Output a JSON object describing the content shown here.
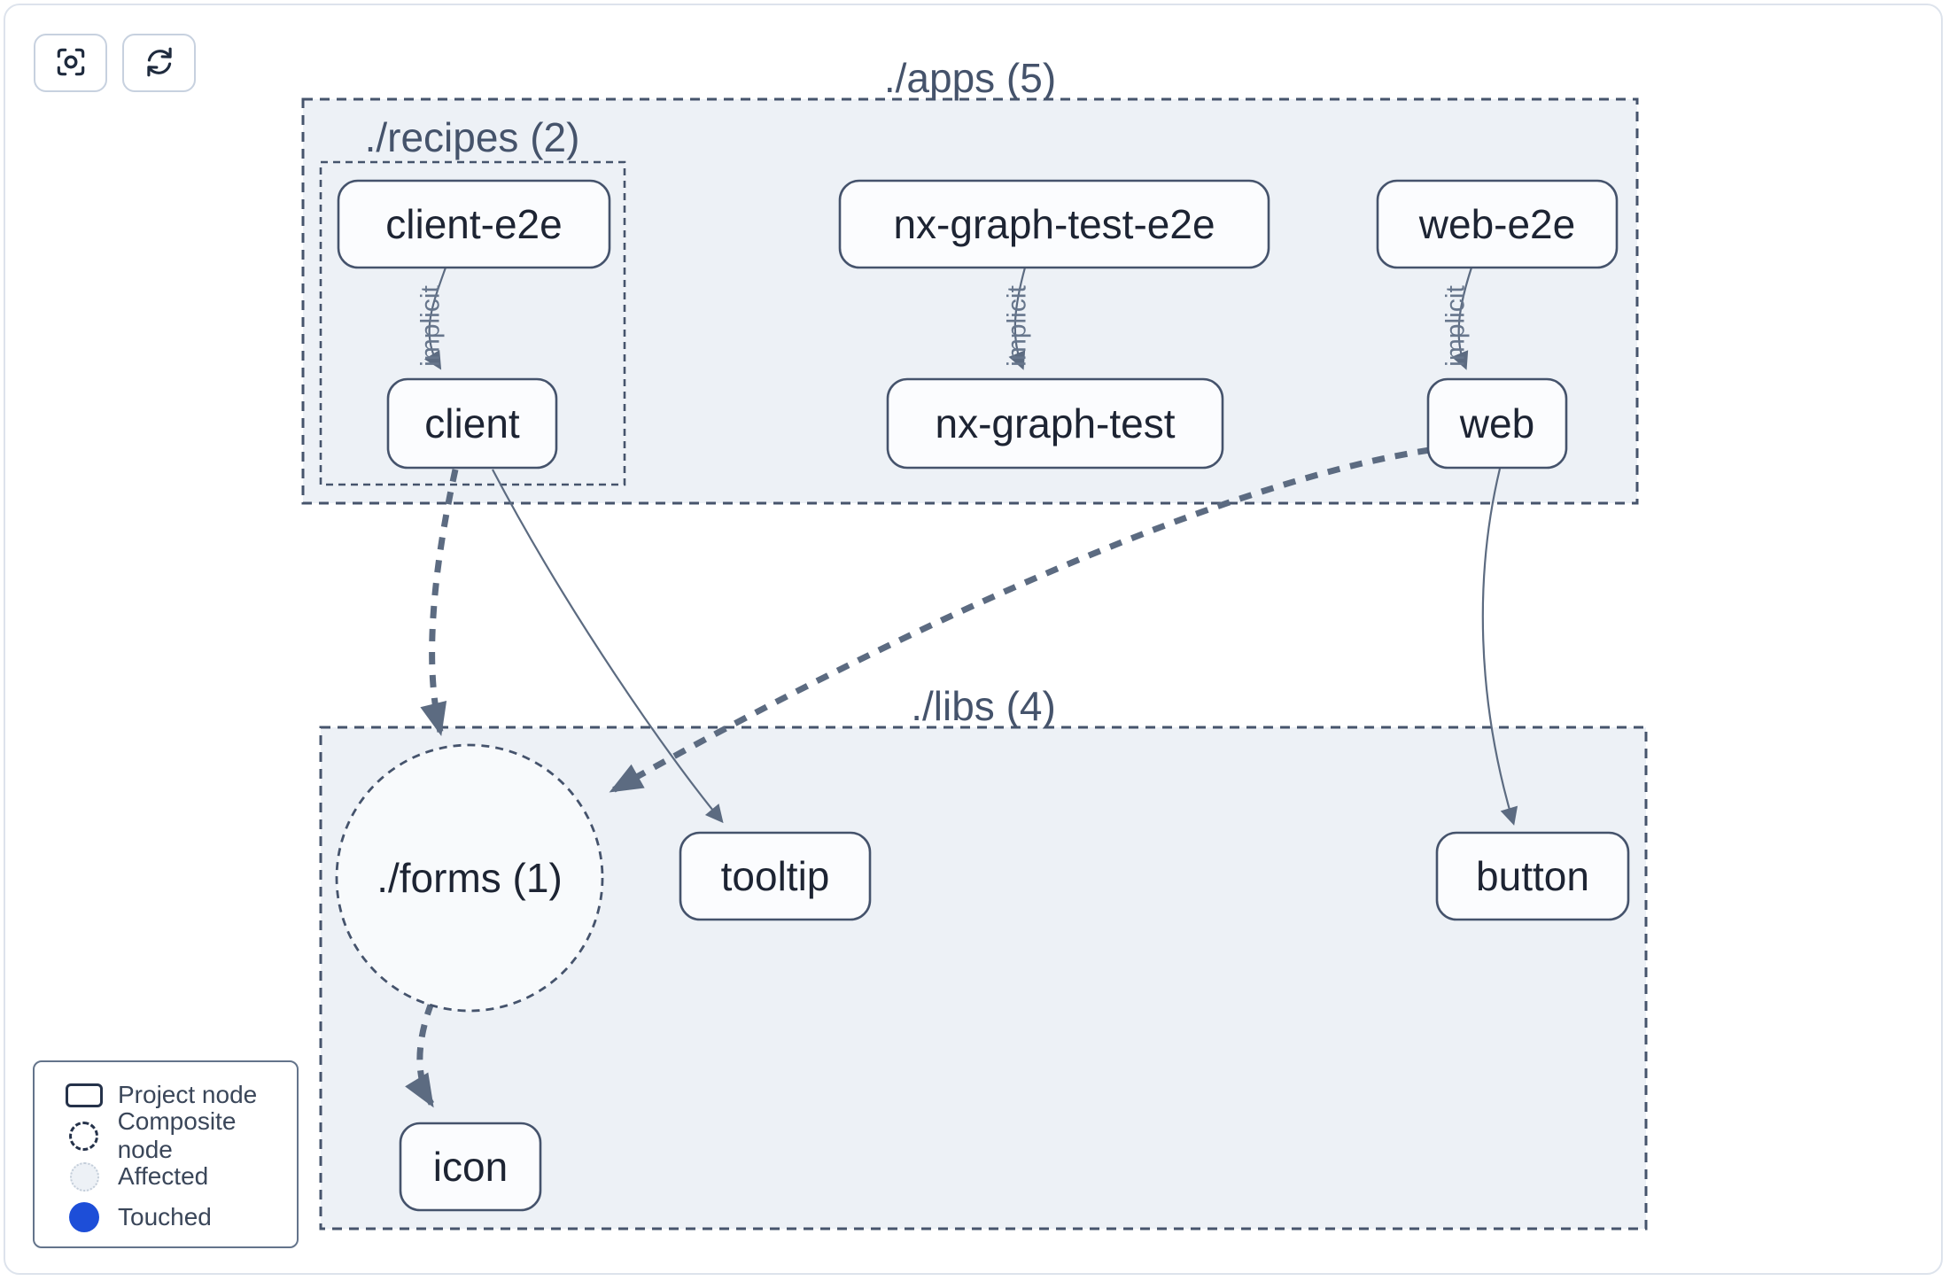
{
  "toolbar": {
    "buttons": [
      {
        "name": "zoom-to-fit",
        "icon": "focus-crosshair-icon"
      },
      {
        "name": "refresh",
        "icon": "refresh-arrows-icon"
      }
    ]
  },
  "graph": {
    "groups": [
      {
        "id": "apps",
        "label": "./apps (5)"
      },
      {
        "id": "recipes",
        "label": "./recipes (2)"
      },
      {
        "id": "libs",
        "label": "./libs (4)"
      }
    ],
    "composite_nodes": [
      {
        "id": "forms",
        "label": "./forms (1)"
      }
    ],
    "nodes": [
      {
        "id": "client-e2e",
        "label": "client-e2e"
      },
      {
        "id": "nx-graph-test-e2e",
        "label": "nx-graph-test-e2e"
      },
      {
        "id": "web-e2e",
        "label": "web-e2e"
      },
      {
        "id": "client",
        "label": "client"
      },
      {
        "id": "nx-graph-test",
        "label": "nx-graph-test"
      },
      {
        "id": "web",
        "label": "web"
      },
      {
        "id": "tooltip",
        "label": "tooltip"
      },
      {
        "id": "button",
        "label": "button"
      },
      {
        "id": "icon",
        "label": "icon"
      }
    ],
    "edges": [
      {
        "from": "client-e2e",
        "to": "client",
        "label": "implicit",
        "style": "thin"
      },
      {
        "from": "nx-graph-test-e2e",
        "to": "nx-graph-test",
        "label": "implicit",
        "style": "thin"
      },
      {
        "from": "web-e2e",
        "to": "web",
        "label": "implicit",
        "style": "thin"
      },
      {
        "from": "client",
        "to": "./forms",
        "label": "",
        "style": "thick-dashed"
      },
      {
        "from": "client",
        "to": "tooltip",
        "label": "",
        "style": "thin"
      },
      {
        "from": "web",
        "to": "./forms",
        "label": "",
        "style": "thick-dashed"
      },
      {
        "from": "web",
        "to": "button",
        "label": "",
        "style": "thin"
      },
      {
        "from": "./forms",
        "to": "icon",
        "label": "",
        "style": "thick-dashed"
      }
    ]
  },
  "legend": {
    "items": [
      {
        "label": "Project node",
        "swatch": "project-node-outline-rect"
      },
      {
        "label": "Composite node",
        "swatch": "composite-node-dashed-circle"
      },
      {
        "label": "Affected",
        "swatch": "affected-dotted-circle"
      },
      {
        "label": "Touched",
        "swatch": "touched-filled-circle"
      }
    ]
  },
  "colors": {
    "touched_blue": "#1d4ed8",
    "group_fill": "#edf1f6",
    "node_fill": "#fbfcfe",
    "node_border": "#45536c",
    "edge": "#5c6b81",
    "text_dark": "#1d2433",
    "group_label": "#45536b",
    "edge_label": "#67768c"
  }
}
